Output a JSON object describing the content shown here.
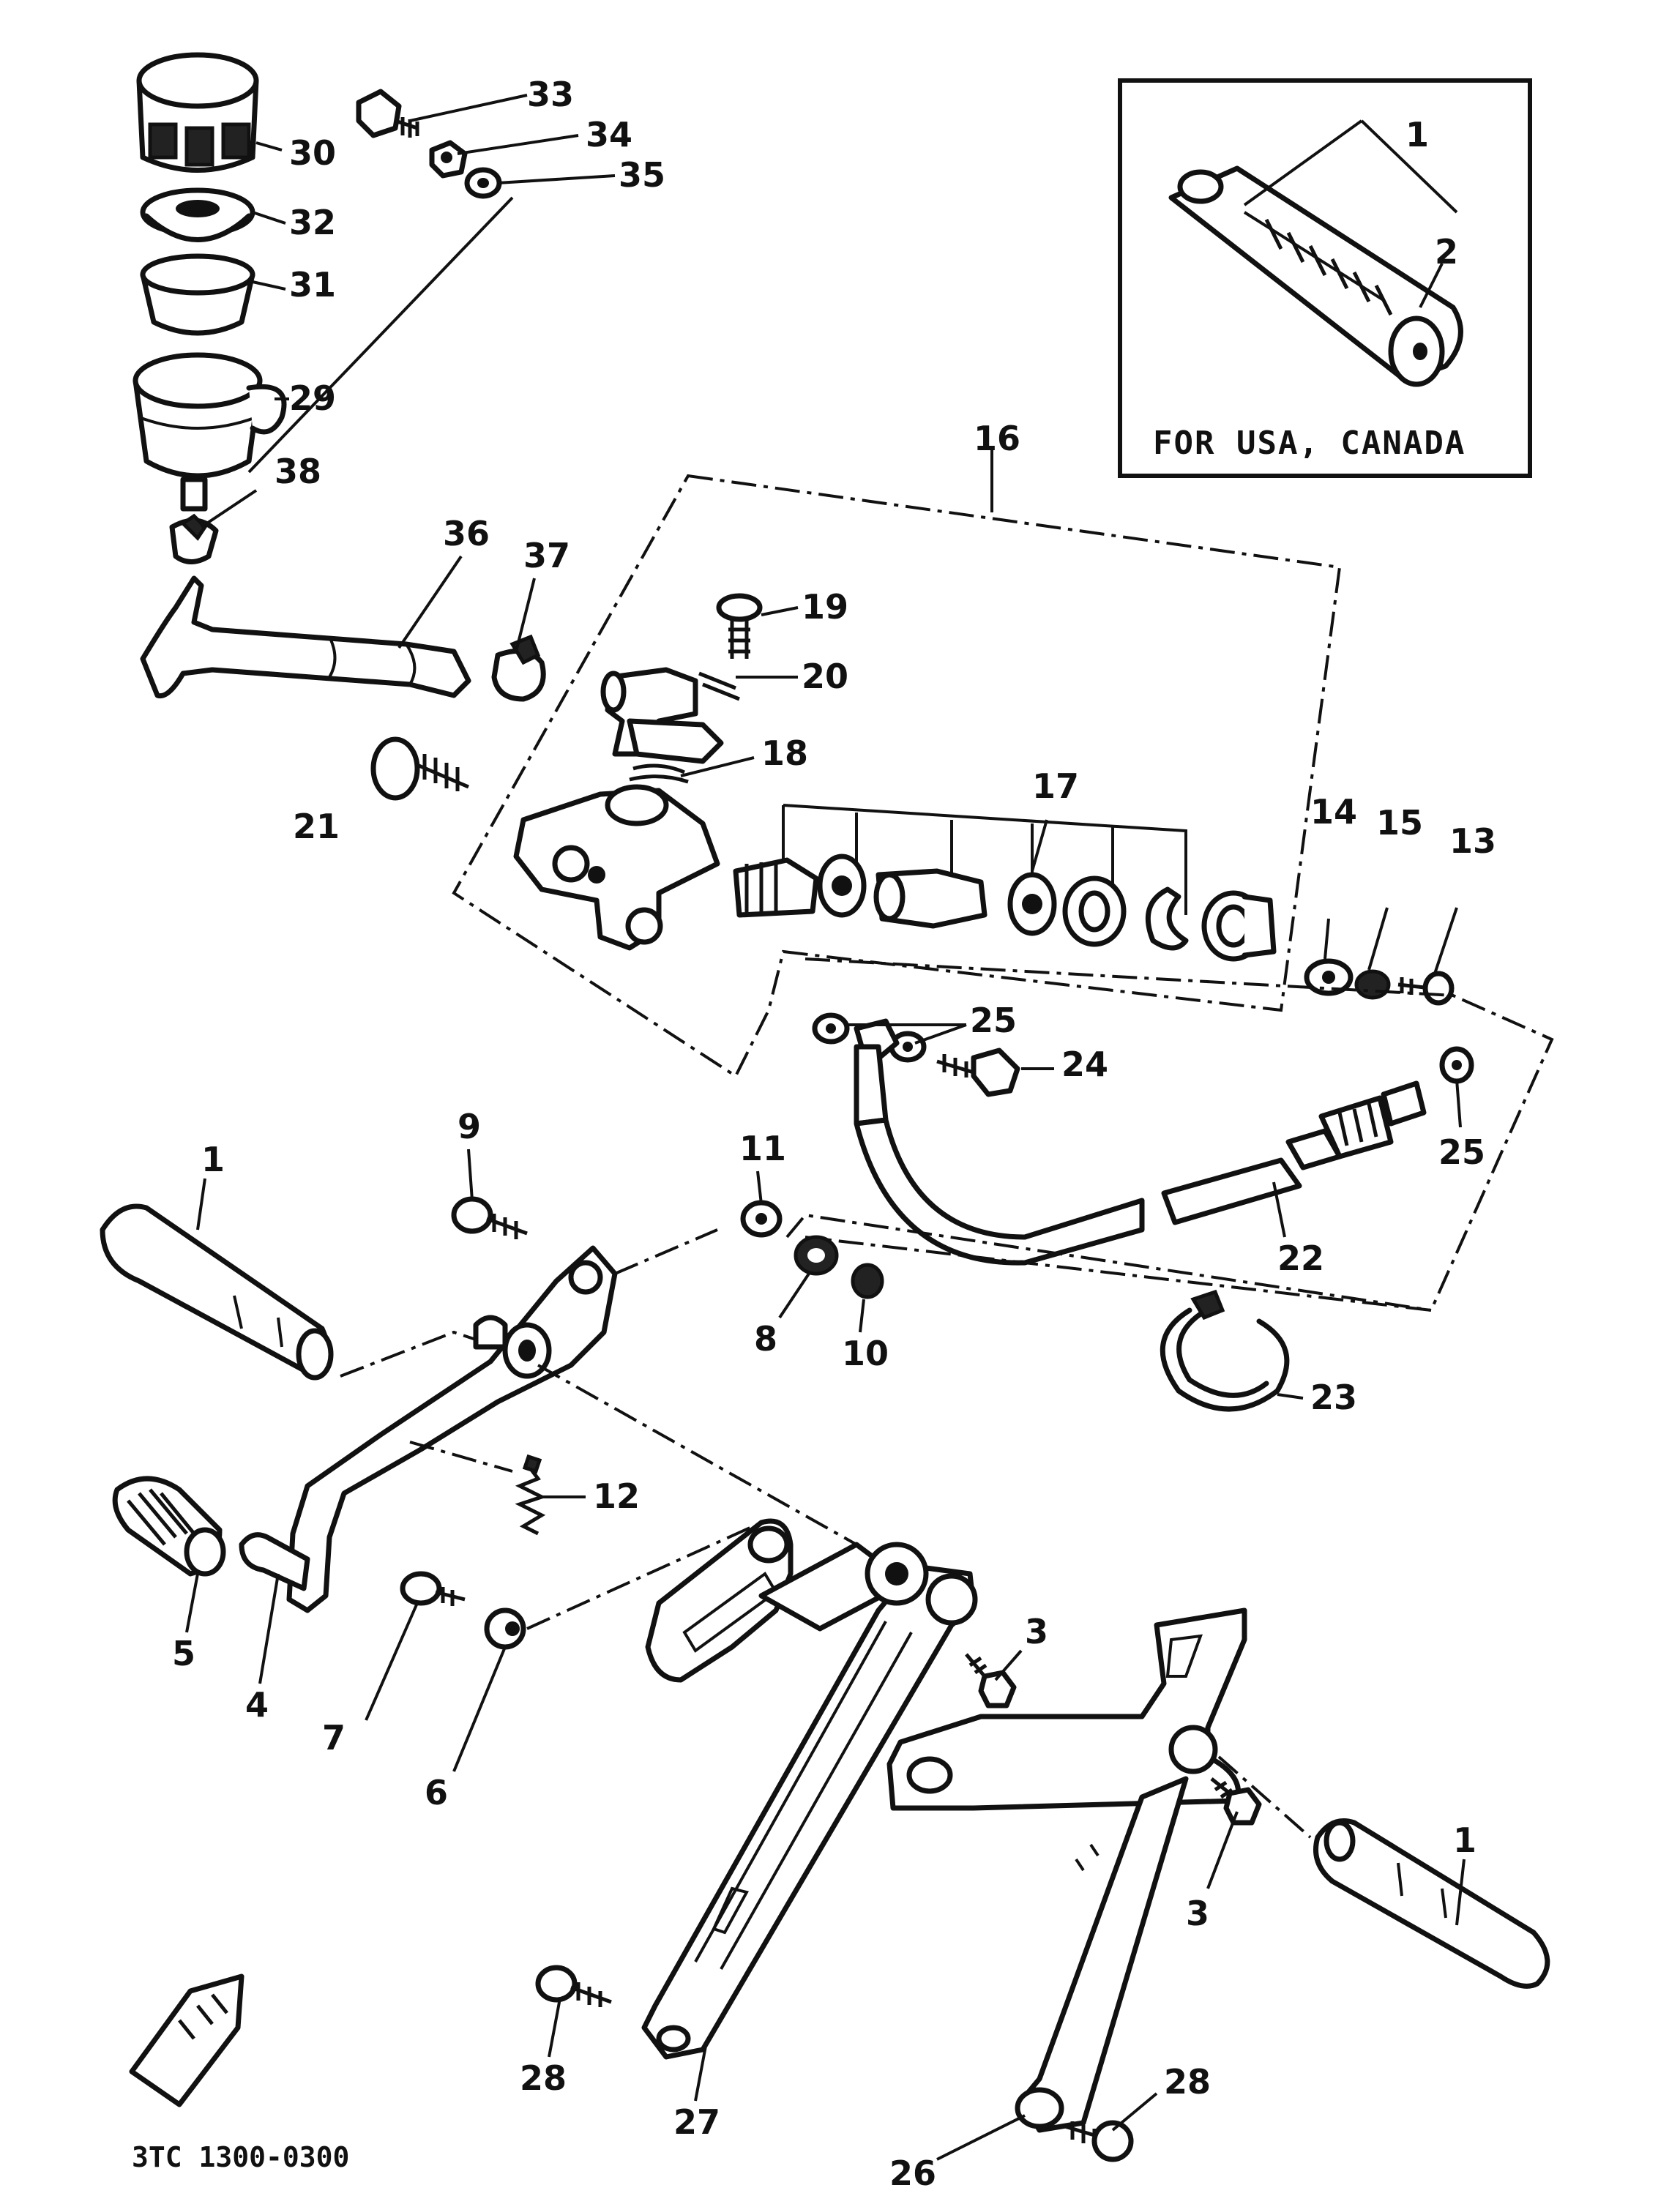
{
  "inset": {
    "title": "FOR USA, CANADA",
    "labels": [
      "1",
      "2"
    ]
  },
  "diagram_code": "3TC 1300-0300",
  "assembly_label": "16",
  "callouts": [
    {
      "n": "30"
    },
    {
      "n": "32"
    },
    {
      "n": "31"
    },
    {
      "n": "29"
    },
    {
      "n": "38"
    },
    {
      "n": "33"
    },
    {
      "n": "34"
    },
    {
      "n": "35"
    },
    {
      "n": "36"
    },
    {
      "n": "37"
    },
    {
      "n": "19"
    },
    {
      "n": "20"
    },
    {
      "n": "18"
    },
    {
      "n": "21"
    },
    {
      "n": "17"
    },
    {
      "n": "14"
    },
    {
      "n": "15"
    },
    {
      "n": "13"
    },
    {
      "n": "25"
    },
    {
      "n": "24"
    },
    {
      "n": "25"
    },
    {
      "n": "22"
    },
    {
      "n": "23"
    },
    {
      "n": "9"
    },
    {
      "n": "11"
    },
    {
      "n": "1"
    },
    {
      "n": "8"
    },
    {
      "n": "10"
    },
    {
      "n": "12"
    },
    {
      "n": "5"
    },
    {
      "n": "4"
    },
    {
      "n": "7"
    },
    {
      "n": "6"
    },
    {
      "n": "3"
    },
    {
      "n": "1"
    },
    {
      "n": "3"
    },
    {
      "n": "28"
    },
    {
      "n": "27"
    },
    {
      "n": "26"
    },
    {
      "n": "28"
    }
  ]
}
